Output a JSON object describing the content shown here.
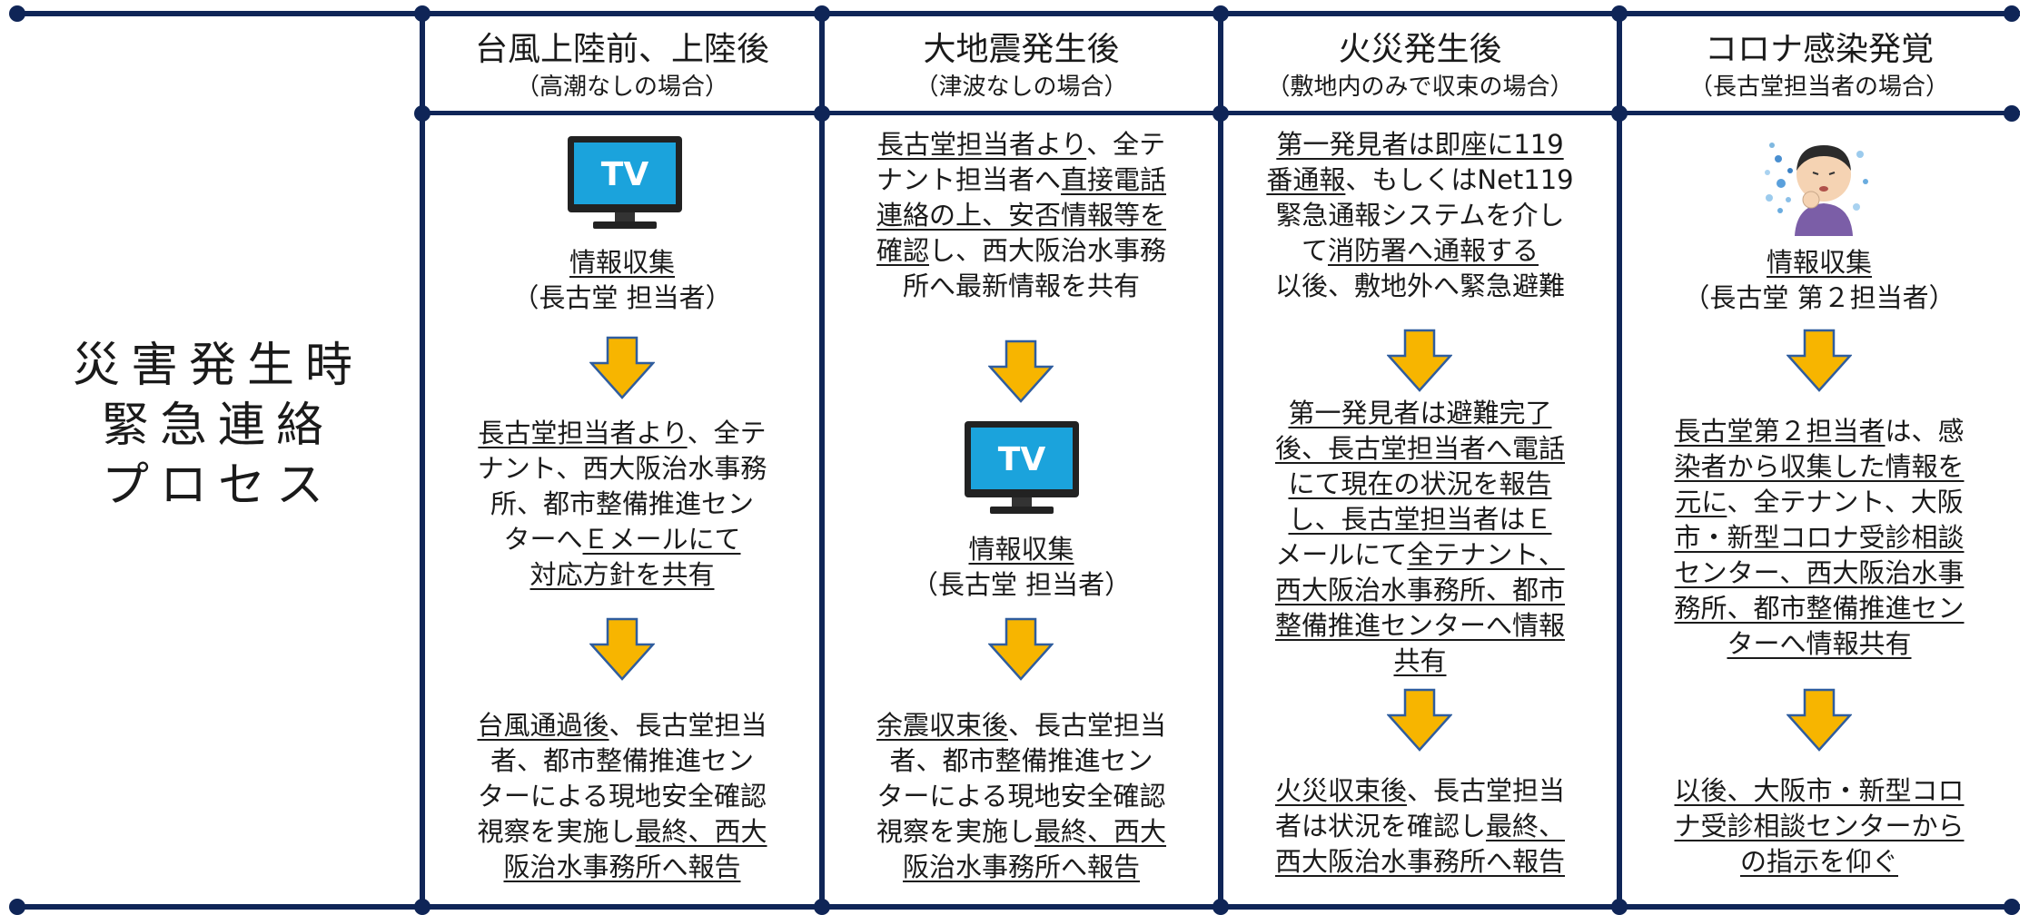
{
  "diagram_title": [
    "災害発生時",
    "緊急連絡",
    "プロセス"
  ],
  "columns": [
    {
      "title": "台風上陸前、上陸後",
      "subtitle": "（高潮なしの場合）",
      "step1": [
        "情報収集",
        "（長古堂 担当者）"
      ],
      "step2": [
        "長古堂担当者より、全テ",
        "ナント、西大阪治水事務",
        "所、都市整備推進セン",
        "ターへＥメールにて",
        "対応方針を共有"
      ],
      "step3": [
        "台風通過後、長古堂担当",
        "者、都市整備推進セン",
        "ターによる現地安全確認",
        "視察を実施し最終、西大",
        "阪治水事務所へ報告"
      ]
    },
    {
      "title": "大地震発生後",
      "subtitle": "（津波なしの場合）",
      "step1": [
        "長古堂担当者より、全テ",
        "ナント担当者へ直接電話",
        "連絡の上、安否情報等を",
        "確認し、西大阪治水事務",
        "所へ最新情報を共有"
      ],
      "step2": [
        "情報収集",
        "（長古堂 担当者）"
      ],
      "step3": [
        "余震収束後、長古堂担当",
        "者、都市整備推進セン",
        "ターによる現地安全確認",
        "視察を実施し最終、西大",
        "阪治水事務所へ報告"
      ]
    },
    {
      "title": "火災発生後",
      "subtitle": "（敷地内のみで収束の場合）",
      "step1": [
        "第一発見者は即座に119",
        "番通報、もしくはNet119",
        "緊急通報システムを介し",
        "て消防署へ通報する",
        "以後、敷地外へ緊急避難"
      ],
      "step2": [
        "第一発見者は避難完了",
        "後、長古堂担当者へ電話",
        "にて現在の状況を報告",
        "し、長古堂担当者はＥ",
        "メールにて全テナント、",
        "西大阪治水事務所、都市",
        "整備推進センターへ情報",
        "共有"
      ],
      "step3": [
        "火災収束後、長古堂担当",
        "者は状況を確認し最終、",
        "西大阪治水事務所へ報告"
      ]
    },
    {
      "title": "コロナ感染発覚",
      "subtitle": "（長古堂担当者の場合）",
      "step1": [
        "情報収集",
        "（長古堂 第２担当者）"
      ],
      "step2": [
        "長古堂第２担当者は、感",
        "染者から収集した情報を",
        "元に、全テナント、大阪",
        "市・新型コロナ受診相談",
        "センター、西大阪治水事",
        "務所、都市整備推進セン",
        "ターへ情報共有"
      ],
      "step3": [
        "以後、大阪市・新型コロ",
        "ナ受診相談センターから",
        "の指示を仰ぐ"
      ]
    }
  ],
  "tv_label": "TV",
  "icons": {
    "tv": "tv-icon",
    "arrow": "arrow-down-icon",
    "person": "sick-person-icon"
  },
  "colors": {
    "line": "#0f2557",
    "arrow": "#f7b500",
    "arrow_outline": "#2f5d9e",
    "tv_screen": "#1ba3dc"
  }
}
